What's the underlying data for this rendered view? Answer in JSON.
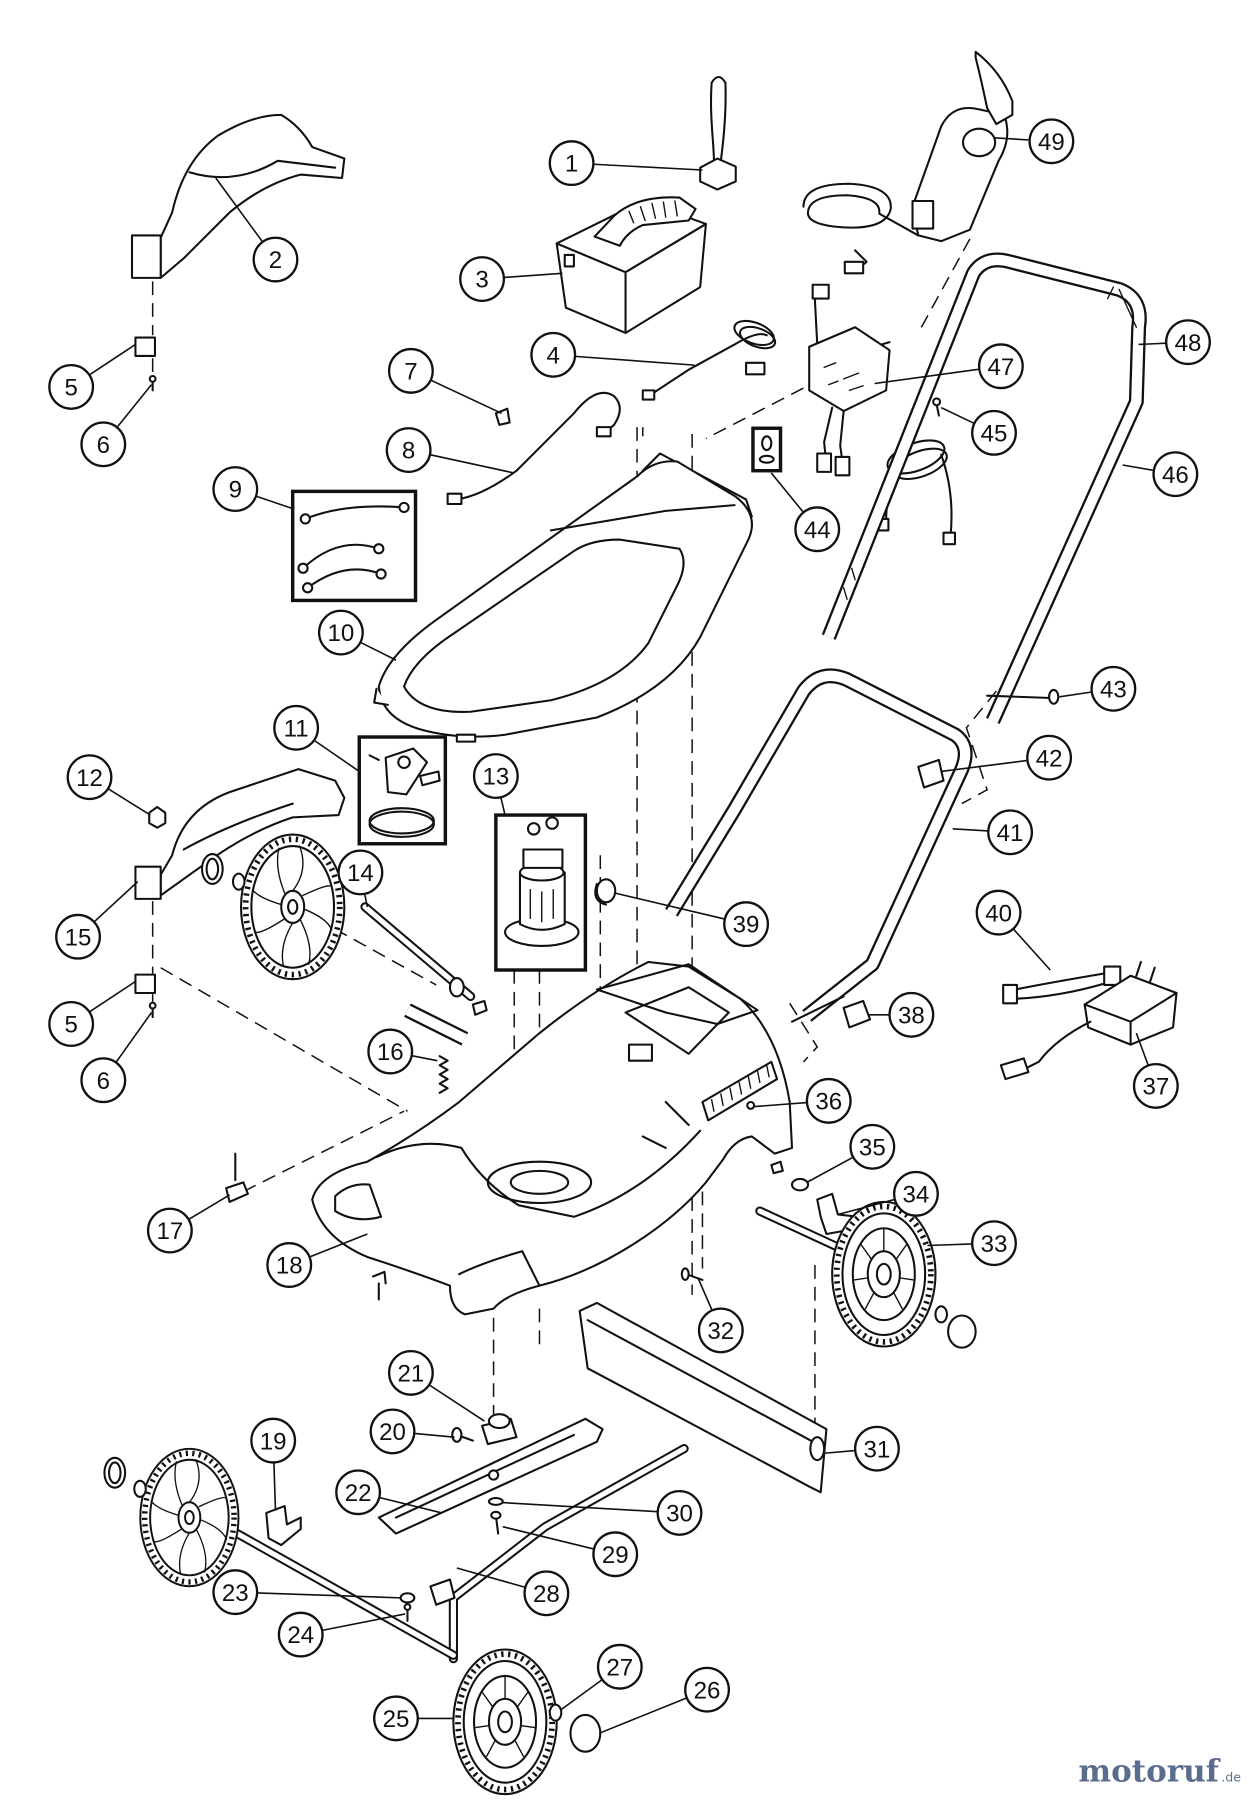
{
  "diagram": {
    "callouts": [
      "1",
      "2",
      "3",
      "4",
      "5",
      "5",
      "6",
      "6",
      "7",
      "8",
      "9",
      "10",
      "11",
      "12",
      "13",
      "14",
      "15",
      "16",
      "17",
      "18",
      "19",
      "20",
      "21",
      "22",
      "23",
      "24",
      "25",
      "26",
      "27",
      "28",
      "29",
      "30",
      "31",
      "32",
      "33",
      "34",
      "35",
      "36",
      "37",
      "38",
      "39",
      "40",
      "41",
      "42",
      "43",
      "44",
      "45",
      "46",
      "47",
      "48",
      "49"
    ]
  },
  "watermark": {
    "brand": "motoruf",
    "tld": ".de",
    "color": "#5b6d8e"
  }
}
